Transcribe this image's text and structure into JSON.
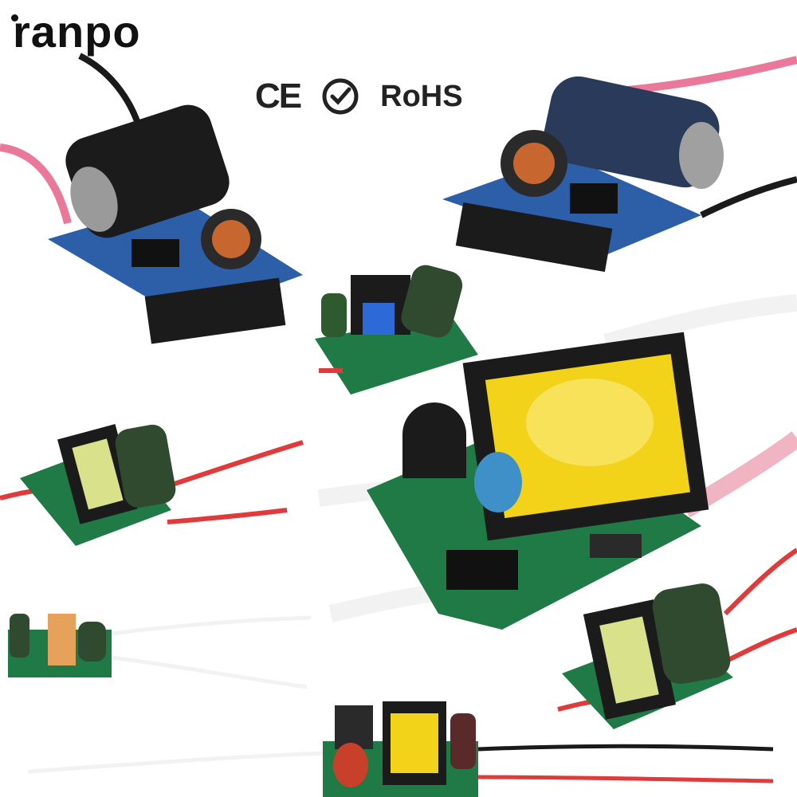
{
  "brand": {
    "logo_text": "ranpo"
  },
  "certifications": {
    "ce": "CE",
    "rohs": "RoHS",
    "sgs_icon": "sgs-quality-mark-icon"
  },
  "colors": {
    "pcb_green": "#1f7a45",
    "pcb_blue": "#2d5fa8",
    "wire_red": "#e03a3a",
    "wire_pink": "#e9789a",
    "wire_white": "#f2f2f2",
    "wire_black": "#1a1a1a",
    "transformer_yellow": "#f3d21a",
    "capacitor_green": "#2f4a2f",
    "capacitor_black": "#1b1b1b",
    "copper": "#c7662e"
  },
  "products": [
    {
      "id": "driver-blue-round-1"
    },
    {
      "id": "driver-blue-round-2"
    },
    {
      "id": "driver-mini-blue-coil"
    },
    {
      "id": "driver-small-transformer-left"
    },
    {
      "id": "driver-large-yellow-transformer"
    },
    {
      "id": "driver-tiny-orange"
    },
    {
      "id": "driver-small-transformer-right"
    },
    {
      "id": "driver-bottom-yellow"
    }
  ]
}
